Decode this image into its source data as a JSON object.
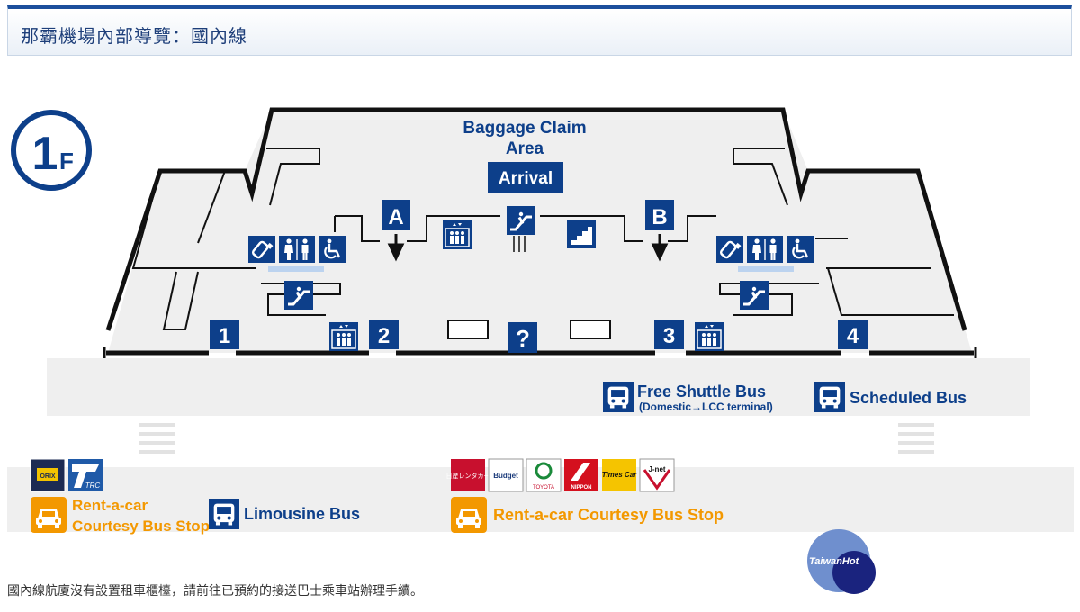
{
  "header": {
    "title": "那霸機場內部導覽：國內線"
  },
  "floor": {
    "number": "1",
    "suffix": "F"
  },
  "map": {
    "baggage_claim": [
      "Baggage Claim",
      "Area"
    ],
    "arrival": "Arrival",
    "gates": {
      "a": "A",
      "b": "B"
    },
    "exits": [
      "1",
      "2",
      "3",
      "4"
    ],
    "info": "?",
    "free_shuttle": {
      "title": "Free Shuttle Bus",
      "sub": "(Domestic→LCC terminal)"
    },
    "scheduled_bus": "Scheduled Bus",
    "limousine_bus": "Limousine Bus",
    "rentacar_left": [
      "Rent-a-car",
      "Courtesy Bus Stop"
    ],
    "rentacar_right": "Rent-a-car Courtesy Bus Stop",
    "logos_left": [
      "ORIX",
      "TRC"
    ],
    "logos_right": [
      "日産レンタカー",
      "Budget",
      "TOYOTA",
      "NIPPON",
      "Times Car",
      "J-net"
    ]
  },
  "colors": {
    "navy": "#0d3f8a",
    "orange": "#f39800",
    "floor": "#efefef",
    "wall": "#111111"
  },
  "footnote": "國內線航廈沒有設置租車櫃檯，請前往已預約的接送巴士乘車站辦理手續。",
  "watermark": "TaiwanHot"
}
